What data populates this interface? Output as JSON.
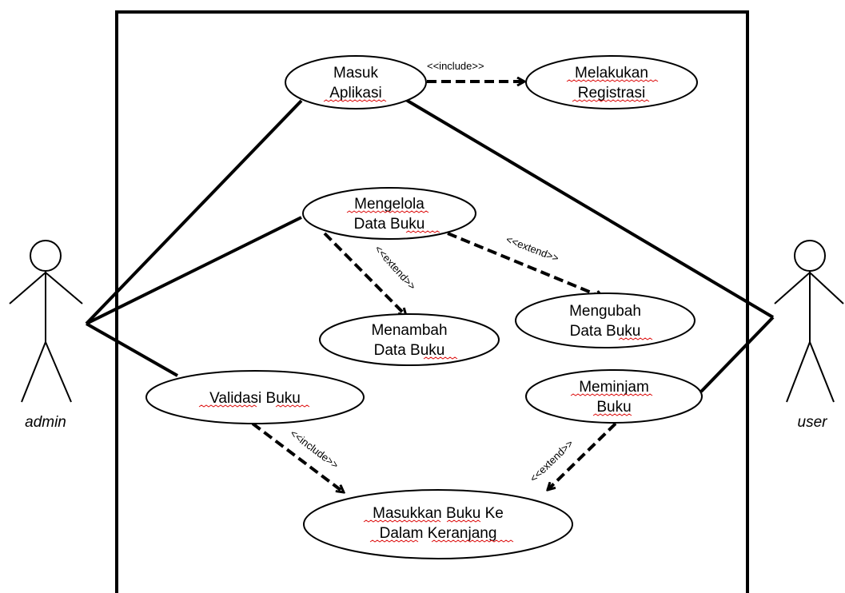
{
  "actors": {
    "admin": "admin",
    "user": "user"
  },
  "use_cases": {
    "masuk_aplikasi": [
      "Masuk",
      "Aplikasi"
    ],
    "melakukan_registrasi": [
      "Melakukan",
      "Registrasi"
    ],
    "mengelola_data_buku": [
      "Mengelola",
      "Data Buku"
    ],
    "menambah_data_buku": [
      "Menambah",
      "Data Buku"
    ],
    "mengubah_data_buku": [
      "Mengubah",
      "Data Buku"
    ],
    "validasi_buku": [
      "Validasi Buku"
    ],
    "meminjam_buku": [
      "Meminjam",
      "Buku"
    ],
    "masukkan_buku_ke_keranjang": [
      "Masukkan Buku Ke",
      "Dalam Keranjang"
    ]
  },
  "relations": {
    "include_registrasi": "<<include>>",
    "extend_menambah": "<<extend>>",
    "extend_mengubah": "<<extend>>",
    "include_keranjang": "<<include>>",
    "extend_meminjam": "<<extend>>"
  },
  "colors": {
    "stroke": "#000000",
    "background": "#ffffff",
    "spellcheck_underline": "#dd1111"
  }
}
